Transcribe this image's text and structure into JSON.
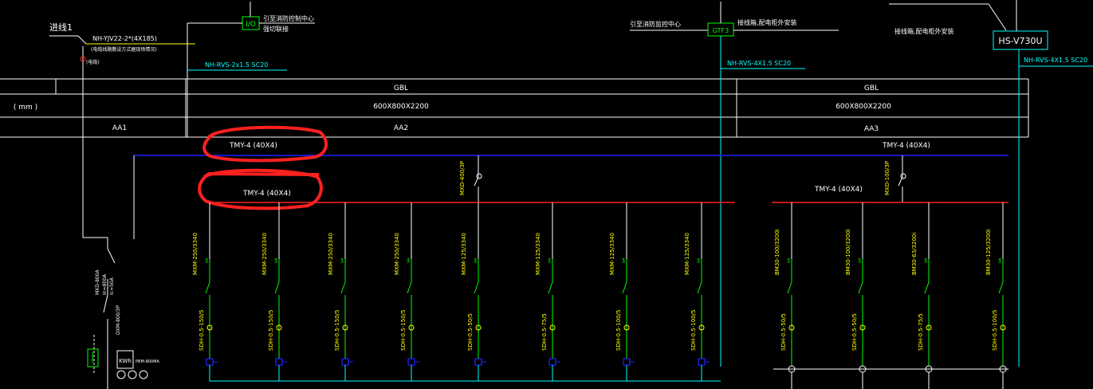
{
  "colors": {
    "background": "#000000",
    "line_white": "#ffffff",
    "line_blue": "#2020ff",
    "line_red": "#ff2020",
    "line_green": "#00ff00",
    "line_cyan": "#00ffff",
    "line_yellow": "#ffff00",
    "text_white": "#ffffff",
    "text_yellow": "#ffff00",
    "text_cyan": "#00ffff",
    "annotation_red": "#ff2020"
  },
  "labels": {
    "incoming": "进线1",
    "cable_main": "NH-YJV22-2*(4X185)",
    "cable_note": "(电缆线路敷设方式据现场情况)",
    "cable_note2": "(电缆)",
    "io_box": "I/O",
    "io_desc1": "引至消防控制中心",
    "io_desc2": "强切联接",
    "gtf_desc": "引至消防监控中心",
    "gtf_box": "GTF3",
    "gtf_desc2": "接线箱,配电柜外安装",
    "hs_desc": "接线箱,配电柜外安装",
    "hs_box": "HS-V730U",
    "wire1": "NH-RVS-2x1.5 SC20",
    "wire2": "NH-RVS-4X1.5 SC20",
    "wire3": "NH-RVS-4X1.5 SC20",
    "row_unit": "( mm )",
    "gbl1": "GBL",
    "gbl2": "GBL",
    "size1": "600X800X2200",
    "size2": "600X800X2200",
    "aa1": "AA1",
    "aa2": "AA2",
    "aa3": "AA3",
    "bus_main1": "TMY-4 (40X4)",
    "bus_main2": "TMY-4 (40X4)",
    "bus_sub1": "TMY-4 (40X4)",
    "bus_sub2": "TMY-4 (40X4)",
    "tie1": "MXD-400/3P",
    "tie2": "MXD-100/3P",
    "meter_note": "PBM-800MA",
    "kwh": "KWh",
    "left_vert1": "MXD-800A",
    "left_vert2": "In=800A",
    "left_vert3": "Ic=50A",
    "left_vert4": "DXM-800/3P"
  },
  "feeders": [
    {
      "breaker": "MXM-250/3340",
      "ct": "SDH-0.5-150/5"
    },
    {
      "breaker": "MXM-250/3340",
      "ct": "SDH-0.5-150/5"
    },
    {
      "breaker": "MXM-250/3340",
      "ct": "SDH-0.5-150/5"
    },
    {
      "breaker": "MXM-250/3340",
      "ct": "SDH-0.5-150/5"
    },
    {
      "breaker": "MXM-125/3340",
      "ct": "SDH-0.5-50/5"
    },
    {
      "breaker": "MXM-125/3340",
      "ct": "SDH-0.5-75/5"
    },
    {
      "breaker": "MXM-125/3340",
      "ct": "SDH-0.5-100/5"
    },
    {
      "breaker": "MXM-125/3340",
      "ct": "SDH-0.5-100/5"
    }
  ],
  "feeders2": [
    {
      "breaker": "BM30-100/3200i",
      "ct": "SDH-0.5-50/5"
    },
    {
      "breaker": "BM30-100/3200i",
      "ct": "SDH-0.5-50/5"
    },
    {
      "breaker": "BM30-63/3200i",
      "ct": "SDH-0.5-75/5"
    },
    {
      "breaker": "BM30-125/3200i",
      "ct": "SDH-0.5-100/5"
    }
  ]
}
